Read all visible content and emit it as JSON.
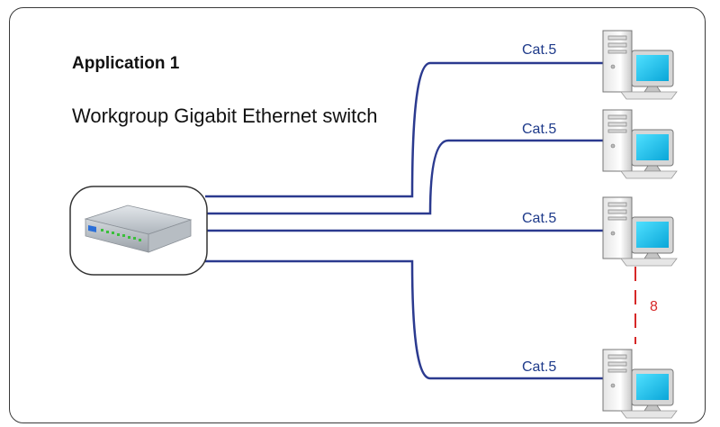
{
  "title": "Application 1",
  "subtitle": "Workgroup Gigabit Ethernet switch",
  "cable_color": "#2b3a8f",
  "gap_color": "#d62828",
  "links": [
    {
      "label": "Cat.5"
    },
    {
      "label": "Cat.5"
    },
    {
      "label": "Cat.5"
    },
    {
      "label": "Cat.5"
    }
  ],
  "gap_label": "8",
  "icons": {
    "switch": "network-switch-icon",
    "computer": "desktop-computer-icon"
  }
}
